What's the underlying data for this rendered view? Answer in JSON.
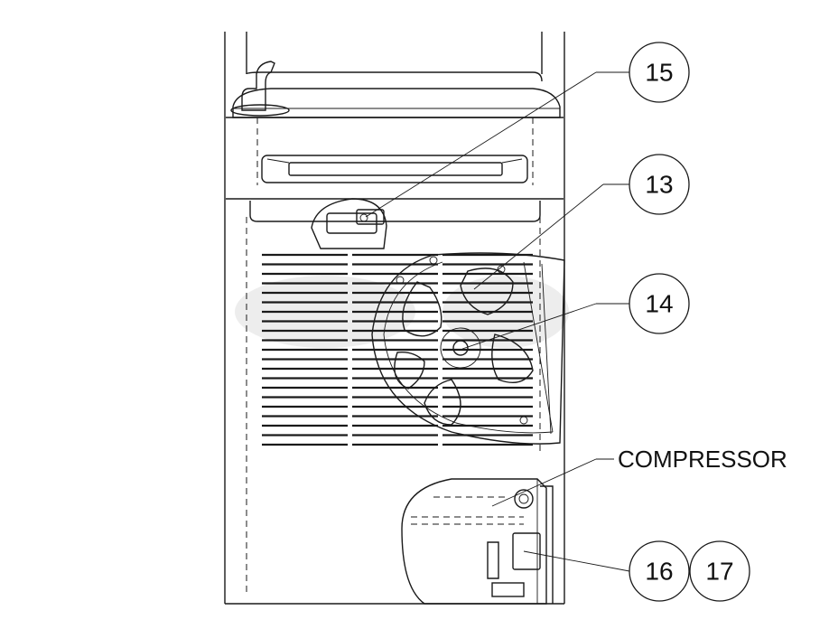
{
  "callouts": {
    "c15": "15",
    "c13": "13",
    "c14": "14",
    "c16": "16",
    "c17": "17"
  },
  "labels": {
    "compressor": "COMPRESSOR"
  },
  "colors": {
    "ink": "#1a1a1a",
    "background": "#ffffff"
  }
}
